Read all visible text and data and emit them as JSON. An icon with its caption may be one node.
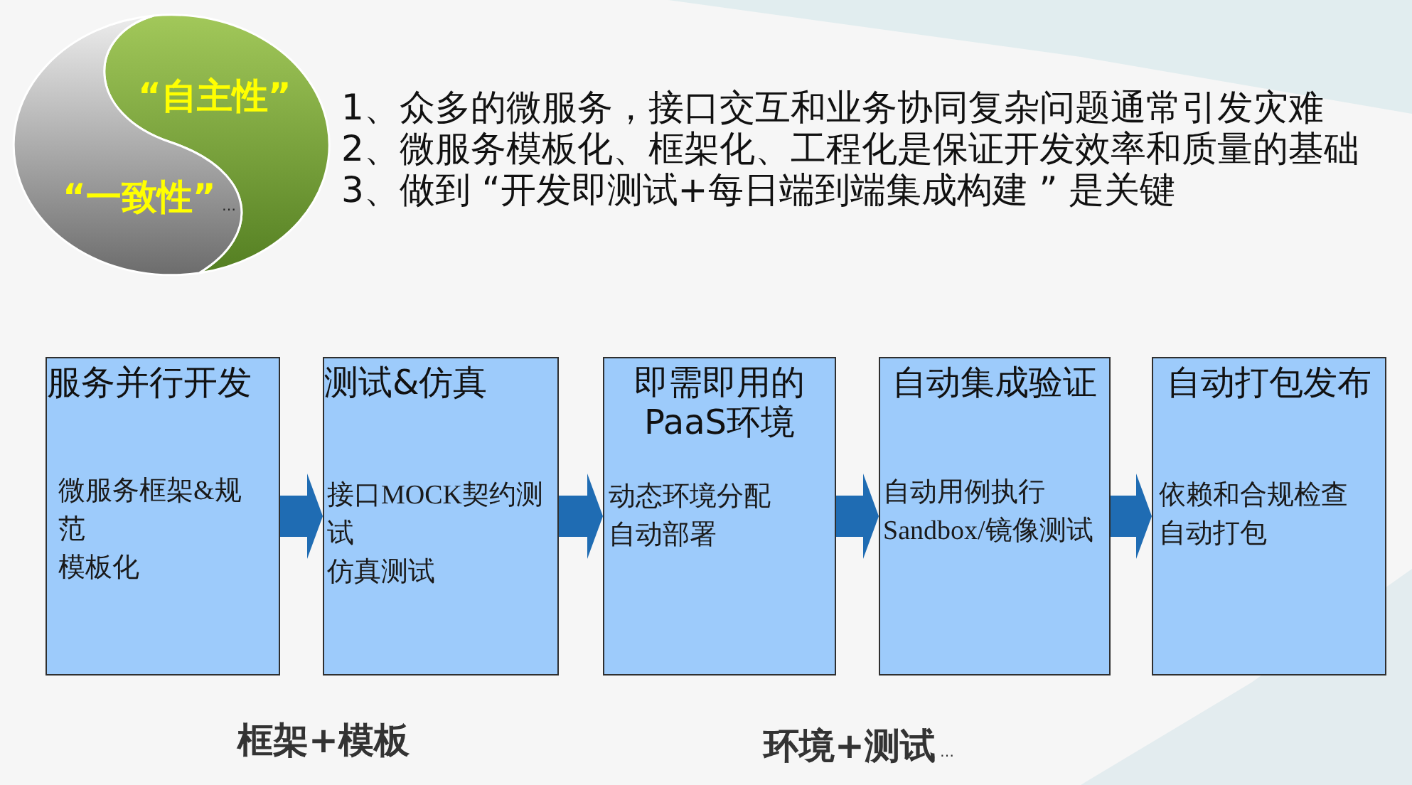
{
  "diagram": {
    "nodes": [
      {
        "text": [
          "“自主性”"
        ]
      },
      {
        "text": [
          "“一致性”",
          "…"
        ]
      },
      {
        "text": [
          "服务并行开发",
          "微服务框架&规范",
          "模板化"
        ]
      },
      {
        "text": [
          "测试&仿真",
          "接口MOCK契约测试",
          "仿真测试"
        ]
      },
      {
        "text": [
          "即需即用的PaaS环境",
          "动态环境分配",
          "自动部署"
        ]
      },
      {
        "text": [
          "自动集成验证",
          "自动用例执行",
          "Sandbox/镜像测试"
        ]
      },
      {
        "text": [
          "自动打包发布",
          "依赖和合规检查",
          "自动打包"
        ]
      }
    ],
    "edges": [
      {
        "from": 2,
        "to": 3,
        "arrow": "to"
      },
      {
        "from": 3,
        "to": 4,
        "arrow": "to"
      },
      {
        "from": 4,
        "to": 5,
        "arrow": "to"
      },
      {
        "from": 5,
        "to": 6,
        "arrow": "to"
      }
    ],
    "labels": [
      "1、众多的微服务，接口交互和业务协同复杂问题通常引发灾难",
      "2、微服务模板化、框架化、工程化是保证开发效率和质量的基础",
      "3、做到 “开发即测试+每日端到端集成构建 ” 是关键",
      "框架+模板",
      "环境+测试",
      "…"
    ]
  }
}
